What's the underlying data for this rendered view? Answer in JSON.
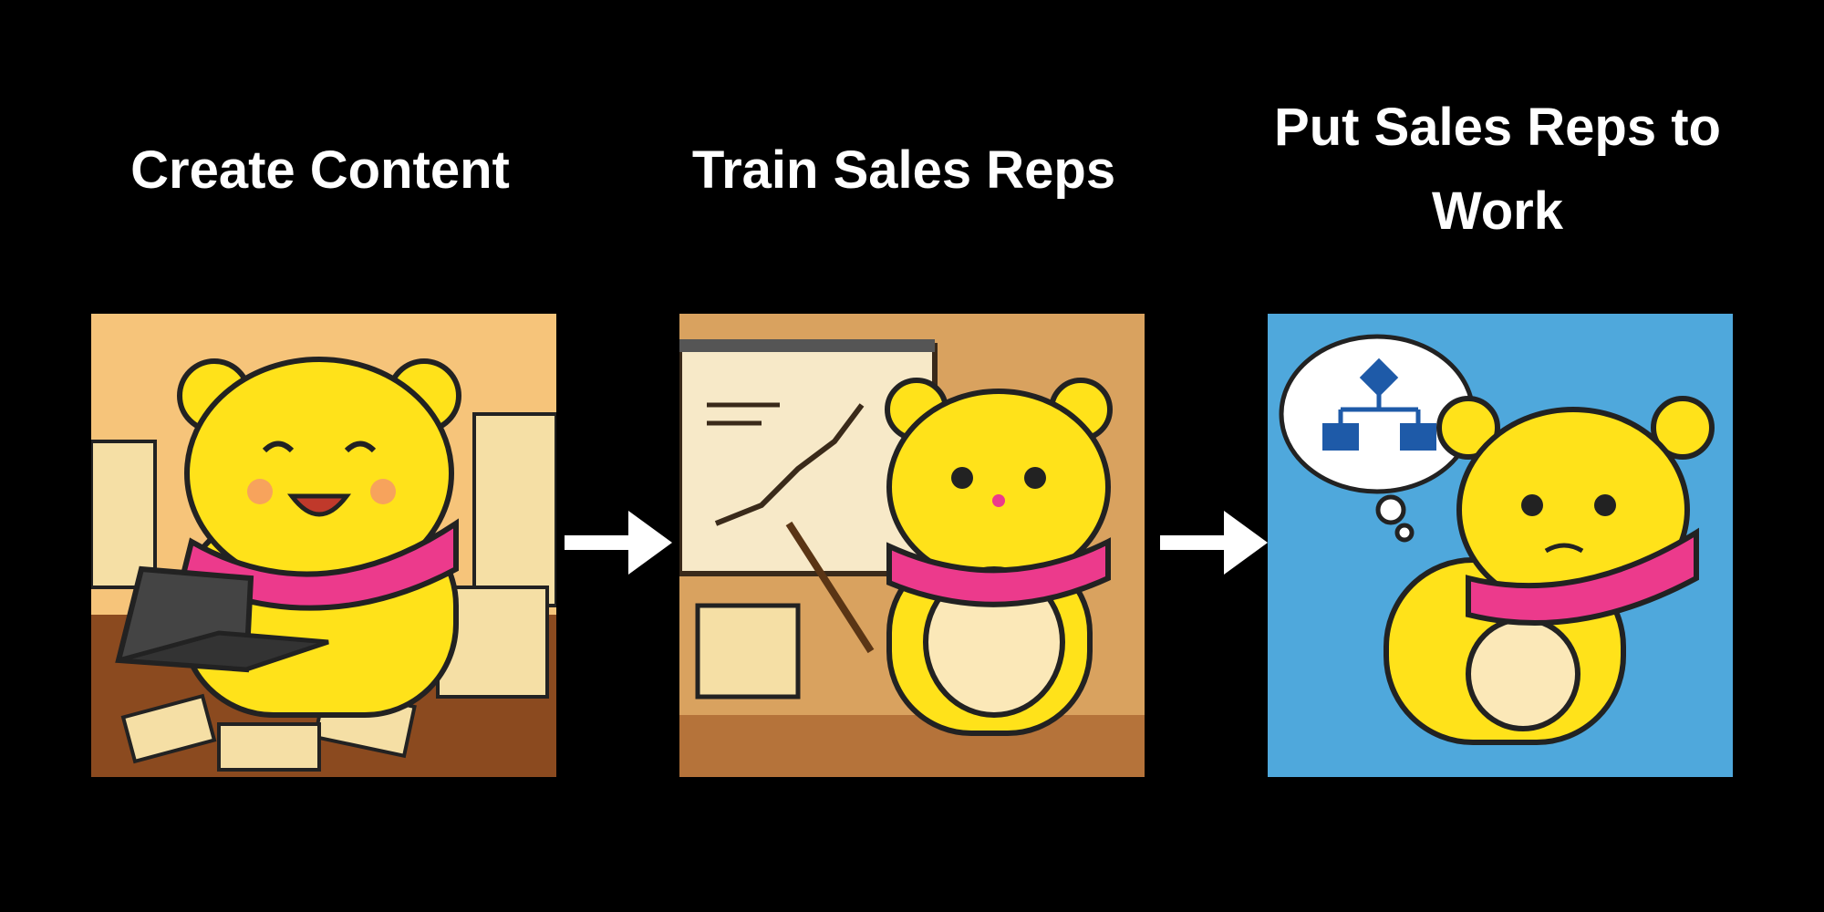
{
  "steps": [
    {
      "title": "Create Content",
      "image": "bear-writing-at-laptop",
      "bg": "#f6c47a"
    },
    {
      "title": "Train Sales Reps",
      "image": "bear-presenting-chart",
      "bg": "#d9a25f"
    },
    {
      "title": "Put Sales Reps to Work",
      "image": "bear-thinking-flowchart",
      "bg": "#4fa8dc"
    }
  ],
  "colors": {
    "background": "#000000",
    "text": "#ffffff",
    "bear": "#ffe21a",
    "scarf": "#ec3a8c"
  }
}
